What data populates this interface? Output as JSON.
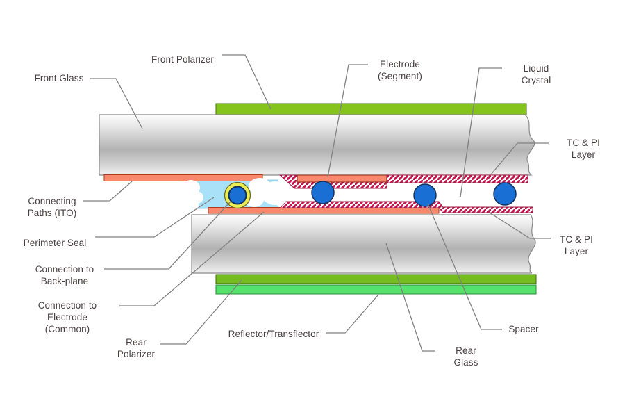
{
  "labels": {
    "front_glass": "Front Glass",
    "front_polarizer": "Front Polarizer",
    "electrode_segment": "Electrode\n(Segment)",
    "liquid_crystal": "Liquid\nCrystal",
    "tc_pi_layer_top": "TC & PI\nLayer",
    "tc_pi_layer_bottom": "TC & PI\nLayer",
    "connecting_paths": "Connecting\nPaths (ITO)",
    "perimeter_seal": "Perimeter Seal",
    "connection_backplane": "Connection to\nBack-plane",
    "connection_electrode_common": "Connection to\nElectrode\n(Common)",
    "rear_polarizer": "Rear\nPolarizer",
    "reflector_transflector": "Reflector/Transflector",
    "rear_glass": "Rear\nGlass",
    "spacer": "Spacer"
  },
  "colors": {
    "glass_gray_mid": "#B5B5B5",
    "front_polarizer_green": "#85C31D",
    "rear_polarizer_green": "#74BC1F",
    "reflector_green": "#55E36B",
    "ito_orange": "#F9886C",
    "ito_border": "#B03A1A",
    "seal_light_blue": "#A9E2F8",
    "spacer_blue": "#1A6FD4",
    "spacer_border": "#16325C",
    "ring_yellow": "#ECEC55",
    "hatch_stripe_red": "#C5164F",
    "leader_line_gray": "#808080",
    "label_text": "#4A4042",
    "background": "#FFFFFF"
  }
}
